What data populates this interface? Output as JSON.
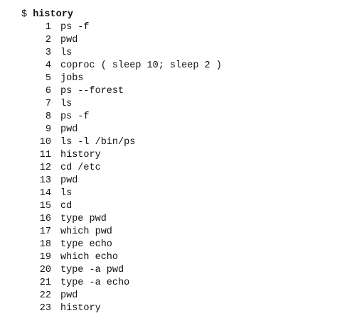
{
  "terminal": {
    "prompt": "$",
    "command": "history",
    "entries": [
      {
        "num": "1",
        "cmd": "ps -f"
      },
      {
        "num": "2",
        "cmd": "pwd"
      },
      {
        "num": "3",
        "cmd": "ls"
      },
      {
        "num": "4",
        "cmd": "coproc ( sleep 10; sleep 2 )"
      },
      {
        "num": "5",
        "cmd": "jobs"
      },
      {
        "num": "6",
        "cmd": "ps --forest"
      },
      {
        "num": "7",
        "cmd": "ls"
      },
      {
        "num": "8",
        "cmd": "ps -f"
      },
      {
        "num": "9",
        "cmd": "pwd"
      },
      {
        "num": "10",
        "cmd": "ls -l /bin/ps"
      },
      {
        "num": "11",
        "cmd": "history"
      },
      {
        "num": "12",
        "cmd": "cd /etc"
      },
      {
        "num": "13",
        "cmd": "pwd"
      },
      {
        "num": "14",
        "cmd": "ls"
      },
      {
        "num": "15",
        "cmd": "cd"
      },
      {
        "num": "16",
        "cmd": "type pwd"
      },
      {
        "num": "17",
        "cmd": "which pwd"
      },
      {
        "num": "18",
        "cmd": "type echo"
      },
      {
        "num": "19",
        "cmd": "which echo"
      },
      {
        "num": "20",
        "cmd": "type -a pwd"
      },
      {
        "num": "21",
        "cmd": "type -a echo"
      },
      {
        "num": "22",
        "cmd": "pwd"
      },
      {
        "num": "23",
        "cmd": "history"
      }
    ]
  }
}
